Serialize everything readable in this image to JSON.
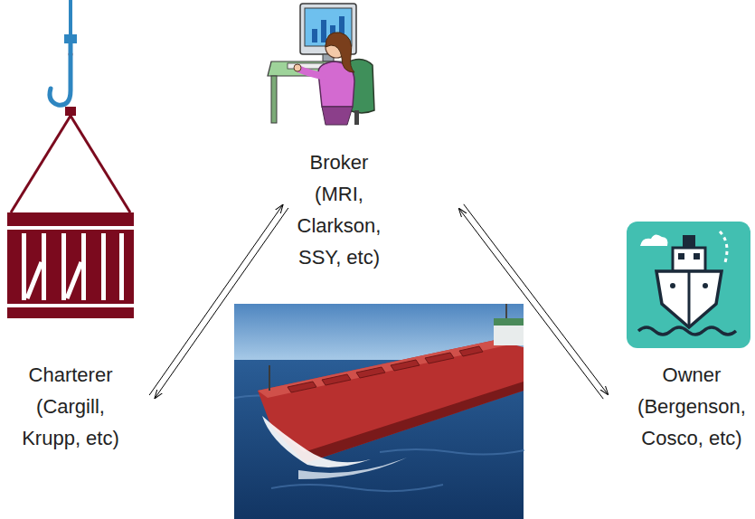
{
  "diagram": {
    "nodes": [
      {
        "text": [
          "Broker (MRI, Clarkson, SSY, etc)"
        ]
      },
      {
        "text": [
          "Charterer (Cargill, Krupp, etc)"
        ]
      },
      {
        "text": [
          "Owner (Bergenson, Cosco, etc)"
        ]
      }
    ],
    "edges": [
      {
        "from": 1,
        "to": 0,
        "arrow": "to"
      },
      {
        "from": 0,
        "to": 1,
        "arrow": "to"
      },
      {
        "from": 0,
        "to": 2,
        "arrow": "to"
      },
      {
        "from": 2,
        "to": 0,
        "arrow": "to"
      }
    ]
  }
}
